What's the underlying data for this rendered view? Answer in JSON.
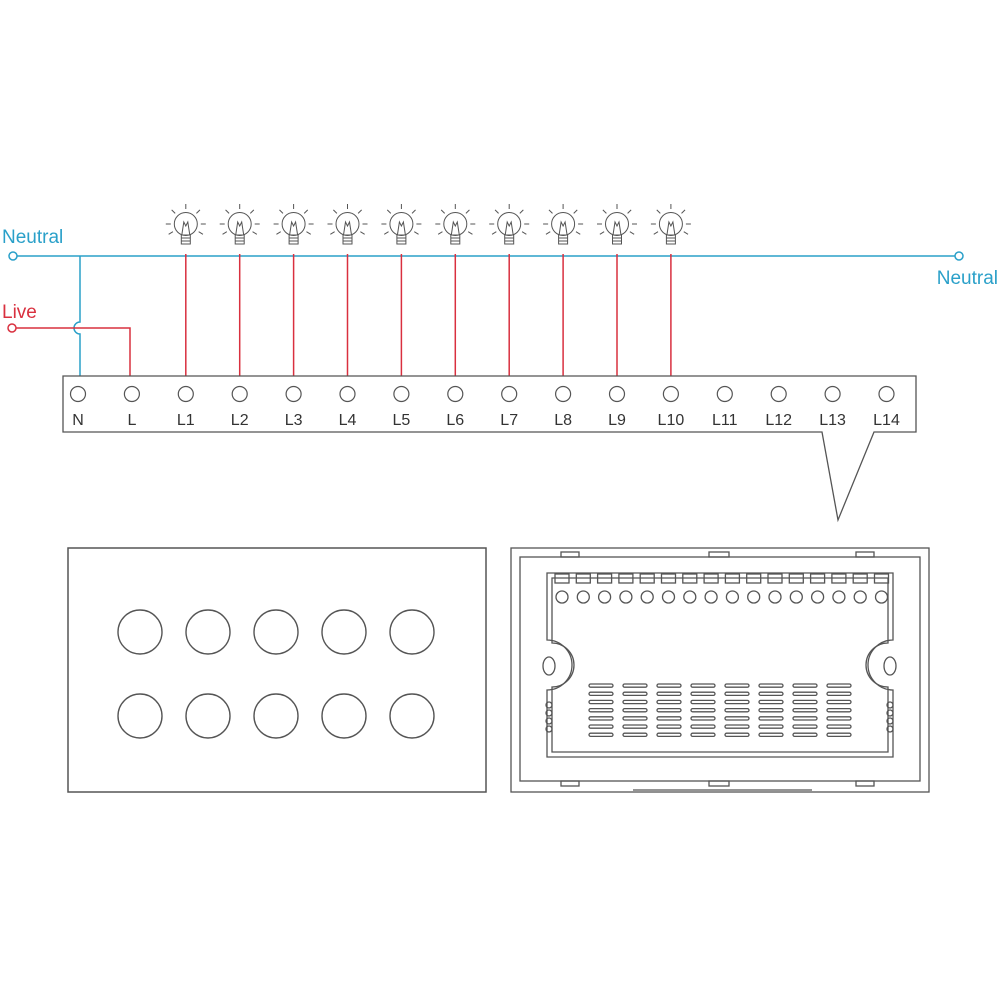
{
  "wiring": {
    "neutral_left_label": "Neutral",
    "neutral_right_label": "Neutral",
    "live_label": "Live",
    "colors": {
      "neutral": "#2aa0c9",
      "live": "#d9303f",
      "outline": "#555555",
      "text": "#333333"
    }
  },
  "terminals": [
    {
      "label": "N"
    },
    {
      "label": "L"
    },
    {
      "label": "L1"
    },
    {
      "label": "L2"
    },
    {
      "label": "L3"
    },
    {
      "label": "L4"
    },
    {
      "label": "L5"
    },
    {
      "label": "L6"
    },
    {
      "label": "L7"
    },
    {
      "label": "L8"
    },
    {
      "label": "L9"
    },
    {
      "label": "L10"
    },
    {
      "label": "L11"
    },
    {
      "label": "L12"
    },
    {
      "label": "L13"
    },
    {
      "label": "L14"
    }
  ],
  "bulb_count": 10,
  "front_panel": {
    "button_rows": 2,
    "buttons_per_row": 5
  },
  "back_panel": {
    "terminal_count": 16
  }
}
